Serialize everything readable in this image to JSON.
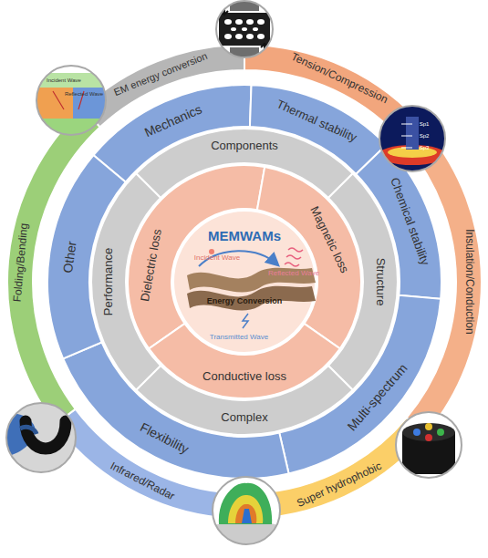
{
  "diagram": {
    "nodes": [
      {
        "text": [
          "MEMWAMs"
        ]
      },
      {
        "text": [
          "Dielectric loss"
        ]
      },
      {
        "text": [
          "Magnetic loss"
        ]
      },
      {
        "text": [
          "Conductive loss"
        ]
      },
      {
        "text": [
          "Components"
        ]
      },
      {
        "text": [
          "Structure"
        ]
      },
      {
        "text": [
          "Complex"
        ]
      },
      {
        "text": [
          "Performance"
        ]
      },
      {
        "text": [
          "Mechanics"
        ]
      },
      {
        "text": [
          "Thermal stability"
        ]
      },
      {
        "text": [
          "Chemical stability"
        ]
      },
      {
        "text": [
          "Multi-spectrum"
        ]
      },
      {
        "text": [
          "Flexibility"
        ]
      },
      {
        "text": [
          "Other"
        ]
      },
      {
        "text": [
          "Tension/Compression"
        ]
      },
      {
        "text": [
          "Insulation/Conduction"
        ]
      },
      {
        "text": [
          "Super hydrophobic"
        ]
      },
      {
        "text": [
          "Infrared/Radar"
        ]
      },
      {
        "text": [
          "Folding/Bending"
        ]
      },
      {
        "text": [
          "EM energy conversion"
        ]
      }
    ],
    "labels": [
      "Incident Wave",
      "Reflected Wave",
      "Energy Conversion",
      "Transmitted Wave",
      "Sp1",
      "Sp2",
      "Sp3",
      "Incident Wave",
      "Reflected Wave"
    ]
  }
}
